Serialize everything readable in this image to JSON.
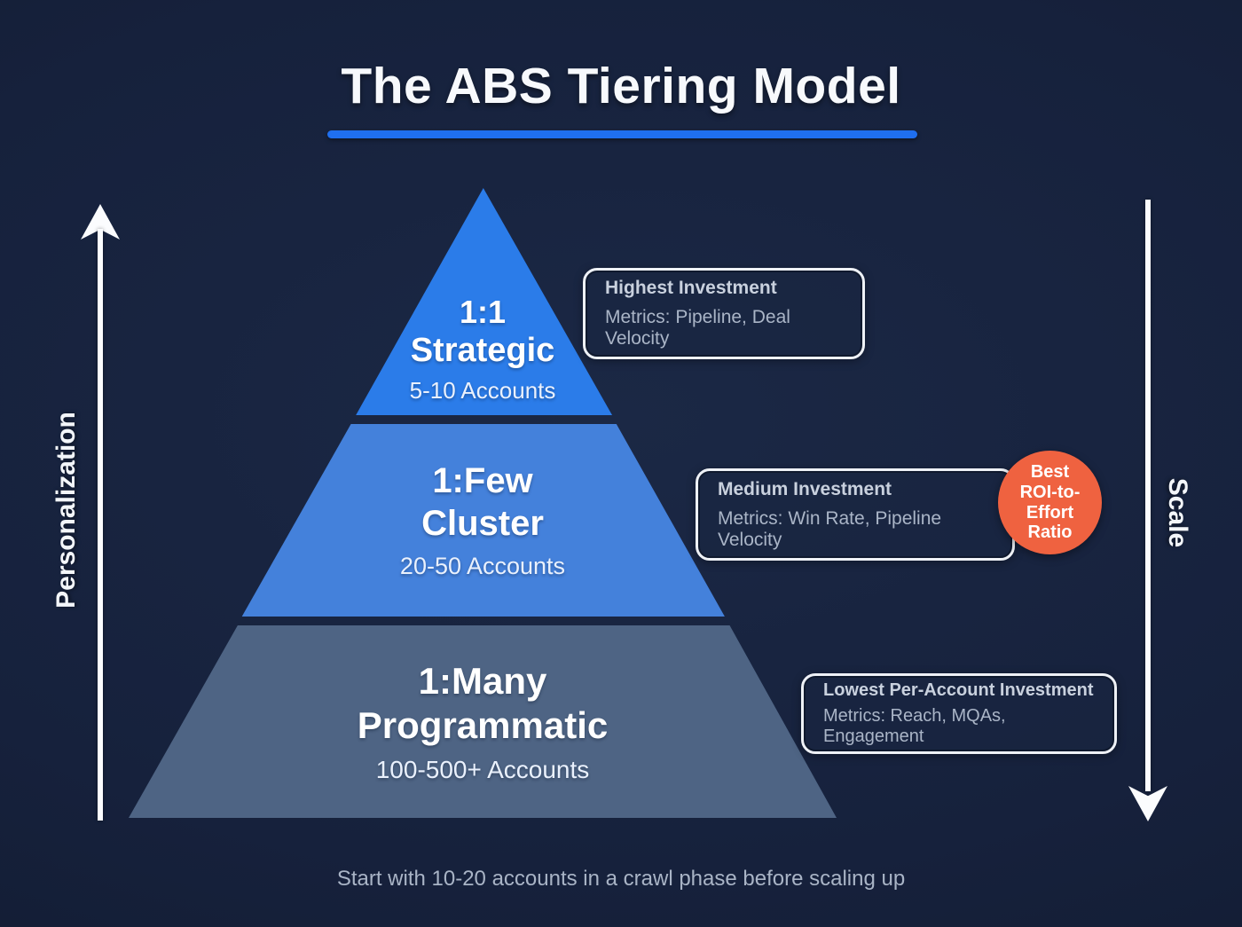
{
  "title": "The ABS Tiering Model",
  "accent_color": "#1f6ff0",
  "background_color": "#16213c",
  "axes": {
    "left": {
      "label": "Personalization",
      "direction": "up"
    },
    "right": {
      "label": "Scale",
      "direction": "down"
    }
  },
  "pyramid": {
    "tiers": [
      {
        "name": "1:1",
        "subtitle": "Strategic",
        "accounts": "5-10 Accounts",
        "color": "#2b7ce9"
      },
      {
        "name": "1:Few",
        "subtitle": "Cluster",
        "accounts": "20-50 Accounts",
        "color": "#4481db"
      },
      {
        "name": "1:Many",
        "subtitle": "Programmatic",
        "accounts": "100-500+ Accounts",
        "color": "#4e6484"
      }
    ]
  },
  "callouts": [
    {
      "title": "Highest Investment",
      "metrics": "Metrics: Pipeline, Deal Velocity"
    },
    {
      "title": "Medium Investment",
      "metrics": "Metrics: Win Rate, Pipeline Velocity"
    },
    {
      "title": "Lowest Per-Account Investment",
      "metrics": "Metrics: Reach, MQAs, Engagement"
    }
  ],
  "badge": {
    "color": "#ef6240",
    "lines": [
      "Best",
      "ROI-to-",
      "Effort",
      "Ratio"
    ]
  },
  "footer": "Start with 10-20 accounts in a crawl phase before scaling up"
}
